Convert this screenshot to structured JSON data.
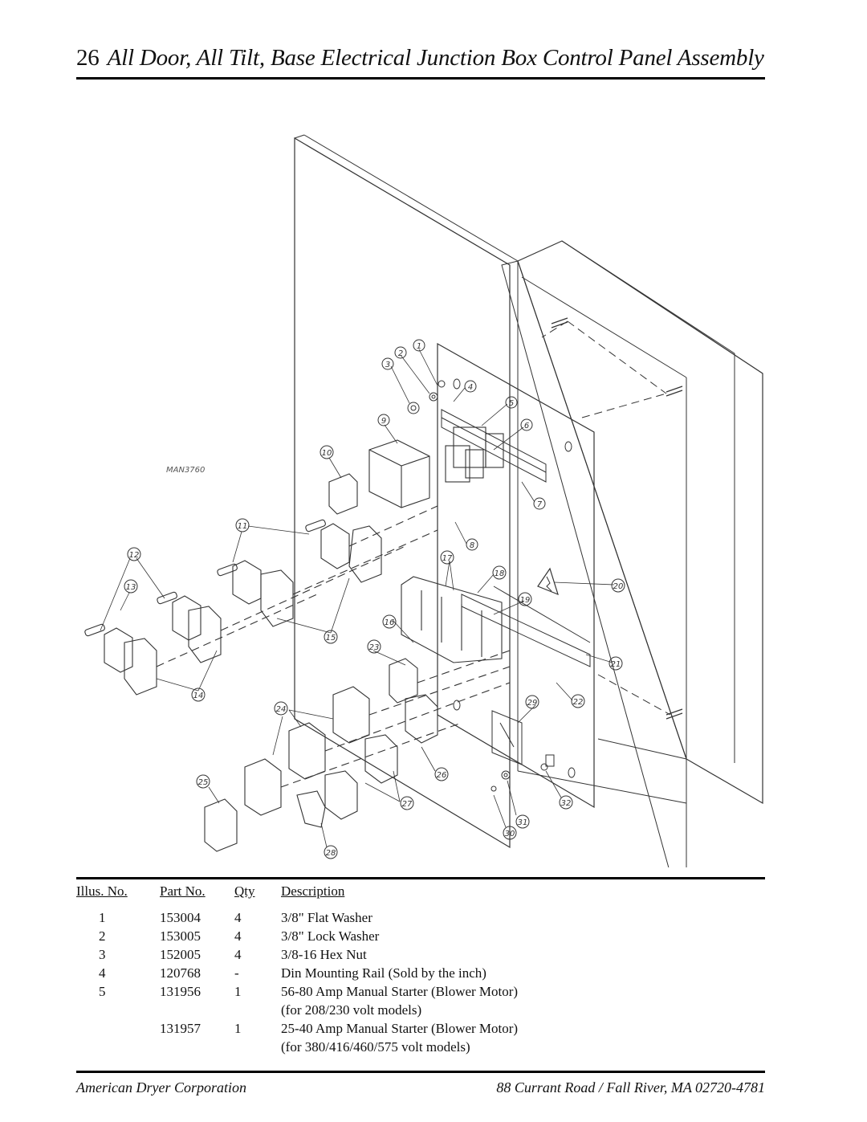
{
  "header": {
    "page_number": "26",
    "title": "All Door, All Tilt, Base Electrical Junction Box Control Panel Assembly"
  },
  "diagram": {
    "drawing_id": "MAN3760",
    "callouts": [
      "1",
      "2",
      "3",
      "4",
      "5",
      "6",
      "7",
      "8",
      "9",
      "10",
      "11",
      "12",
      "13",
      "14",
      "15",
      "16",
      "17",
      "18",
      "19",
      "20",
      "21",
      "22",
      "23",
      "24",
      "25",
      "26",
      "27",
      "28",
      "29",
      "30",
      "31",
      "32"
    ]
  },
  "parts_table": {
    "headers": {
      "illus_no": "Illus. No.",
      "part_no": "Part No.",
      "qty": "Qty",
      "description": "Description"
    },
    "rows": [
      {
        "illus": "1",
        "part": "153004",
        "qty": "4",
        "desc": "3/8\" Flat Washer"
      },
      {
        "illus": "2",
        "part": "153005",
        "qty": "4",
        "desc": "3/8\" Lock Washer"
      },
      {
        "illus": "3",
        "part": "152005",
        "qty": "4",
        "desc": "3/8-16 Hex Nut"
      },
      {
        "illus": "4",
        "part": "120768",
        "qty": "-",
        "desc": "Din Mounting Rail (Sold by the inch)"
      },
      {
        "illus": "5",
        "part": "131956",
        "qty": "1",
        "desc": "56-80 Amp Manual Starter (Blower Motor)"
      },
      {
        "illus": "",
        "part": "",
        "qty": "",
        "desc": "(for 208/230 volt models)"
      },
      {
        "illus": "",
        "part": "131957",
        "qty": "1",
        "desc": "25-40 Amp Manual Starter (Blower Motor)"
      },
      {
        "illus": "",
        "part": "",
        "qty": "",
        "desc": "(for 380/416/460/575 volt models)"
      }
    ]
  },
  "footer": {
    "company": "American Dryer Corporation",
    "address": "88 Currant Road  /  Fall River, MA 02720-4781"
  }
}
